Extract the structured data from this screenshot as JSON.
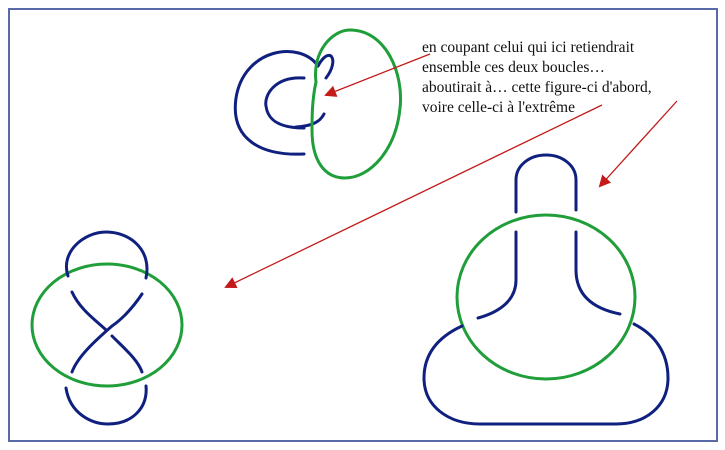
{
  "colors": {
    "frame": "#5a6aa8",
    "knot_blue": "#10207f",
    "knot_green": "#1f9e3a",
    "arrow_red": "#c41a1a"
  },
  "annotation": {
    "lines": [
      "en coupant celui qui ici retiendrait",
      "ensemble ces deux boucles…",
      "aboutirait à… cette figure-ci d'abord,",
      "voire celle-ci à l'extrême"
    ]
  }
}
